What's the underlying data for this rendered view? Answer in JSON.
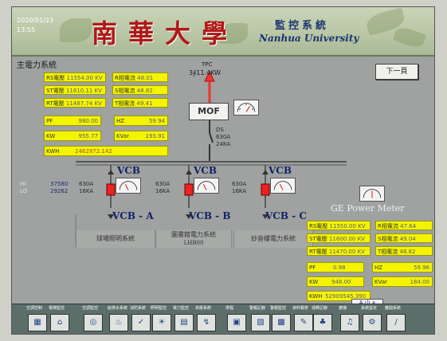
{
  "header": {
    "date": "2020/01/23",
    "time": "13:55",
    "school": "南華大學",
    "system": "監控系統",
    "system_en": "Nanhua University"
  },
  "main_section": "主電力系統",
  "next_button": "下一頁",
  "main_meter": {
    "rs": {
      "k": "RS電壓",
      "v": "11554.00 KV"
    },
    "st": {
      "k": "ST電壓",
      "v": "11610.11 KV"
    },
    "rt": {
      "k": "RT電壓",
      "v": "11487.74 KV"
    },
    "r": {
      "k": "R相電流",
      "v": "48.01"
    },
    "s": {
      "k": "S相電流",
      "v": "48.82"
    },
    "t": {
      "k": "T相電流",
      "v": "49.41"
    },
    "pf": {
      "k": "PF",
      "v": "980.00"
    },
    "hz": {
      "k": "HZ",
      "v": "59.94"
    },
    "kw": {
      "k": "KW",
      "v": "955.77"
    },
    "kvar": {
      "k": "KVar",
      "v": "193.91"
    },
    "kwh": {
      "k": "KWH",
      "v": "2462872.142"
    }
  },
  "tpc": {
    "label": "TPC",
    "power": "3∮11.4KW"
  },
  "mof": "MOF",
  "ds": {
    "label": "DS",
    "a": "630A",
    "ka": "24KA"
  },
  "left_info": {
    "hi": "HI",
    "lo": "LO",
    "hi_v": "37580",
    "lo_v": "29262"
  },
  "branches": [
    {
      "vcb": "VCB",
      "a": "630A",
      "ka": "16KA",
      "name": "VCB - A",
      "system": "球場照明系統",
      "code": ""
    },
    {
      "vcb": "VCB",
      "a": "630A",
      "ka": "16KA",
      "name": "VCB - B",
      "system": "圖書館電力系統",
      "code": "LHB00"
    },
    {
      "vcb": "VCB",
      "a": "630A",
      "ka": "16KA",
      "name": "VCB - C",
      "system": "妙音樓電力系統",
      "code": ""
    }
  ],
  "ge_meter": {
    "title": "GE Power Meter",
    "rs": {
      "k": "RS電壓",
      "v": "11550.00 KV"
    },
    "st": {
      "k": "ST電壓",
      "v": "11600.00 KV"
    },
    "rt": {
      "k": "RT電壓",
      "v": "11470.00 KV"
    },
    "r": {
      "k": "R相電流",
      "v": "47.64"
    },
    "s": {
      "k": "S相電流",
      "v": "49.04"
    },
    "t": {
      "k": "T相電流",
      "v": "48.82"
    },
    "pf": {
      "k": "PF",
      "v": "0.98"
    },
    "hz": {
      "k": "HZ",
      "v": "59.96"
    },
    "kw": {
      "k": "KW",
      "v": "948.00"
    },
    "kvar": {
      "k": "KVar",
      "v": "184.00"
    },
    "kwh": {
      "k": "KWH",
      "v": "52909545.390"
    }
  },
  "ime": "A 山 ⋄",
  "taskbar": [
    {
      "label": "空調控制",
      "icon": "▦"
    },
    {
      "label": "電梯監控",
      "icon": "⌂"
    },
    {
      "label": "空調監控",
      "icon": "◎"
    },
    {
      "label": "給排水系統",
      "icon": "♨"
    },
    {
      "label": "消防系統",
      "icon": "✓"
    },
    {
      "label": "照明監控",
      "icon": "☀"
    },
    {
      "label": "電力監控",
      "icon": "▤"
    },
    {
      "label": "高壓系統",
      "icon": "↯"
    },
    {
      "label": "排程",
      "icon": "▣"
    },
    {
      "label": "警報記錄",
      "icon": "▧"
    },
    {
      "label": "警報監控",
      "icon": "▩"
    },
    {
      "label": "資料報表",
      "icon": "✎"
    },
    {
      "label": "運轉記錄",
      "icon": "♣"
    },
    {
      "label": "廣播",
      "icon": "♫"
    },
    {
      "label": "系統設定",
      "icon": "⚙"
    },
    {
      "label": "離開系統",
      "icon": "/"
    }
  ]
}
